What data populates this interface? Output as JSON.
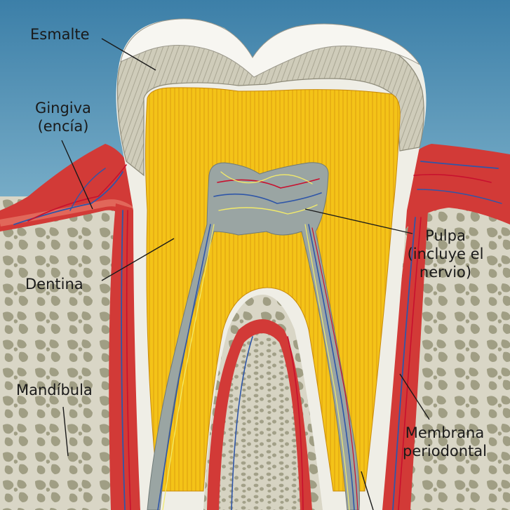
{
  "labels": {
    "enamel": "Esmalte",
    "gum_line1": "Gingiva",
    "gum_line2": "(encía)",
    "dentin": "Dentina",
    "jaw": "Mandíbula",
    "pulp_line1": "Pulpa",
    "pulp_line2": "(incluye el",
    "pulp_line3": "nervio)",
    "membrane_line1": "Membrana",
    "membrane_line2": "periodontal"
  },
  "colors": {
    "sky": "#3f86ad",
    "bone": "#d8d5c4",
    "bone_spot": "#9c9a80",
    "gum": "#d23a37",
    "enamel": "#c9c6b4",
    "dentin": "#f3c316",
    "pulp": "#9aa5a3",
    "artery": "#c8102e",
    "vein": "#2f56a8",
    "nerve": "#f2ea6a"
  }
}
